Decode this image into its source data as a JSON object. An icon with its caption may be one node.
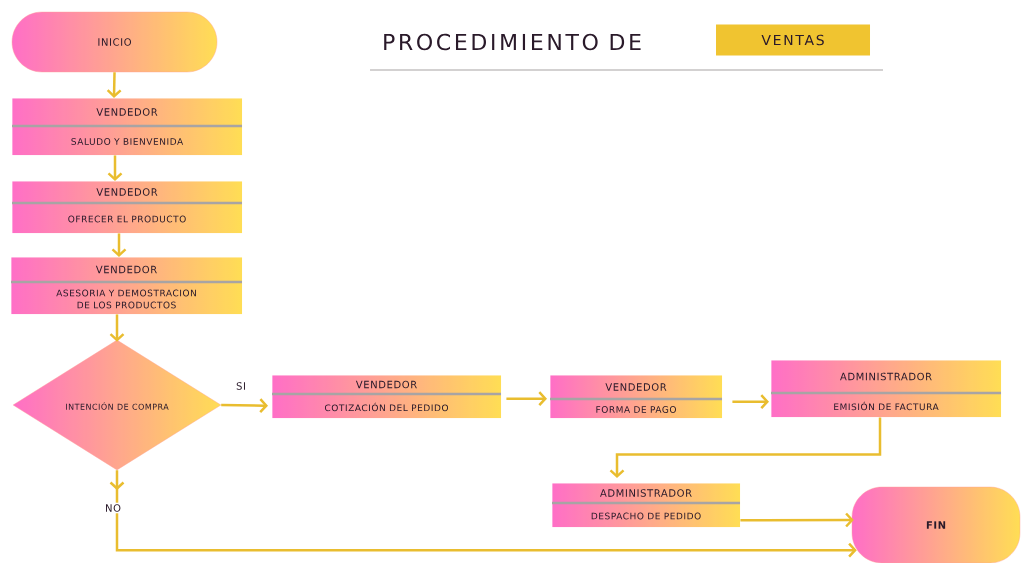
{
  "diagram": {
    "title": "PROCEDIMIENTO DE",
    "nodes": [
      {
        "text": [
          "INICIO"
        ]
      },
      {
        "text": [
          "VENDEDOR",
          "SALUDO Y BIENVENIDA"
        ]
      },
      {
        "text": [
          "VENDEDOR",
          "OFRECER EL PRODUCTO"
        ]
      },
      {
        "text": [
          "VENDEDOR",
          "ASESORIA Y DEMOSTRACION DE LOS PRODUCTOS"
        ]
      },
      {
        "text": [
          "INTENCIÓN DE COMPRA"
        ]
      },
      {
        "text": [
          "VENDEDOR",
          "COTIZACIÓN DEL PEDIDO"
        ]
      },
      {
        "text": [
          "VENDEDOR",
          "FORMA DE PAGO"
        ]
      },
      {
        "text": [
          "ADMINISTRADOR",
          "EMISIÓN DE FACTURA"
        ]
      },
      {
        "text": [
          "ADMINISTRADOR",
          "DESPACHO DE PEDIDO"
        ]
      },
      {
        "text": [
          "FIN"
        ]
      }
    ],
    "edges": [
      {
        "from": 0,
        "to": 1,
        "arrow": "to"
      },
      {
        "from": 1,
        "to": 2,
        "arrow": "to"
      },
      {
        "from": 2,
        "to": 3,
        "arrow": "to"
      },
      {
        "from": 3,
        "to": 4,
        "arrow": "to"
      },
      {
        "from": 4,
        "to": 5,
        "arrow": "to",
        "label": "SI"
      },
      {
        "from": 4,
        "to": 9,
        "arrow": "to",
        "label": "NO"
      },
      {
        "from": 5,
        "to": 6,
        "arrow": "to"
      },
      {
        "from": 6,
        "to": 7,
        "arrow": "to"
      },
      {
        "from": 7,
        "to": 8,
        "arrow": "to"
      },
      {
        "from": 8,
        "to": 9,
        "arrow": "to"
      }
    ],
    "labels": [
      "VENTAS"
    ]
  }
}
